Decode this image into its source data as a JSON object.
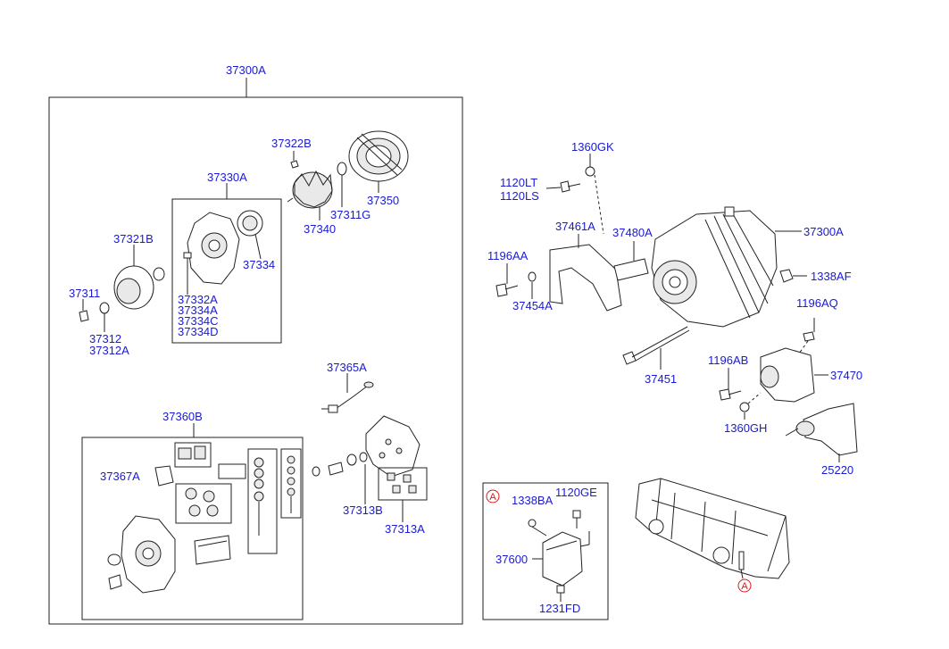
{
  "labels": {
    "p37300A_top": "37300A",
    "p37322B": "37322B",
    "p37330A": "37330A",
    "p37350": "37350",
    "p37311G": "37311G",
    "p37340": "37340",
    "p37321B": "37321B",
    "p37334": "37334",
    "p37311": "37311",
    "p37332A": "37332A",
    "p37334A": "37334A",
    "p37334C": "37334C",
    "p37334D": "37334D",
    "p37312": "37312",
    "p37312A": "37312A",
    "p37365A": "37365A",
    "p37360B": "37360B",
    "p37367A": "37367A",
    "p37313B": "37313B",
    "p37313A": "37313A",
    "p1360GK": "1360GK",
    "p1120LT": "1120LT",
    "p1120LS": "1120LS",
    "p37461A": "37461A",
    "p37480A": "37480A",
    "p37300A_right": "37300A",
    "p1196AA": "1196AA",
    "p1338AF": "1338AF",
    "p37454A": "37454A",
    "p1196AQ": "1196AQ",
    "p1196AB": "1196AB",
    "p37470": "37470",
    "p37451": "37451",
    "p1360GH": "1360GH",
    "p25220": "25220",
    "p1338BA": "1338BA",
    "p1120GE": "1120GE",
    "p37600": "37600",
    "p1231FD": "1231FD"
  },
  "markers": {
    "ref_a_box": "A",
    "ref_a_bus": "A"
  },
  "colors": {
    "label": "#1a1ad6",
    "marker": "#e01616",
    "line": "#222222"
  }
}
